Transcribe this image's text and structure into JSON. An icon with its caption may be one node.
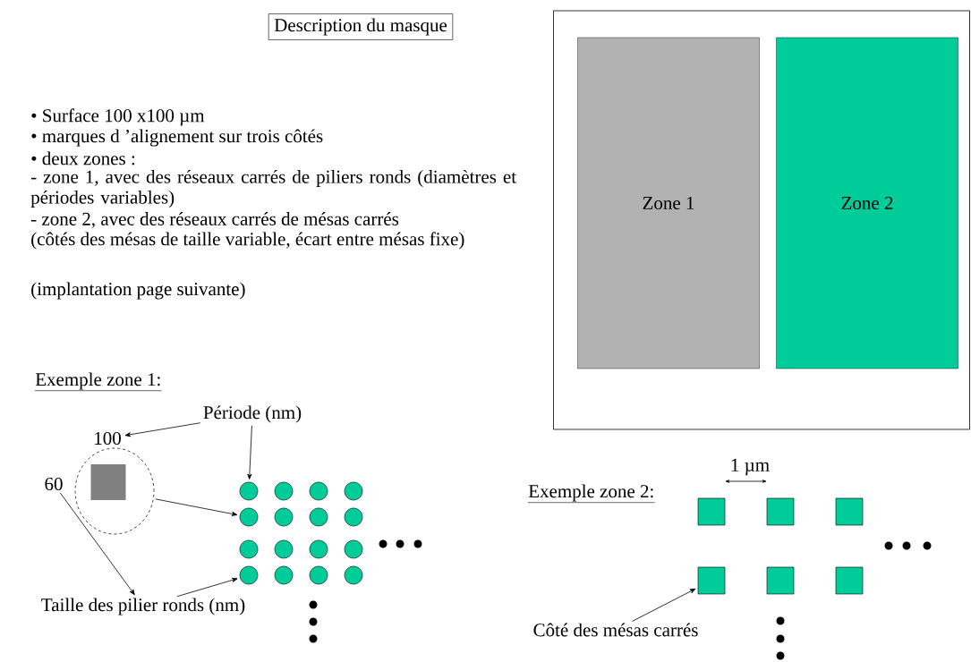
{
  "diagram": {
    "nodes": [
      {
        "text": [
          "Description du masque"
        ]
      },
      {
        "text": [],
        "shape": "box"
      },
      {
        "text": [
          "Zone 1"
        ],
        "in": 1
      },
      {
        "text": [
          "Zone 2"
        ],
        "in": 1
      },
      {
        "text": [
          "Période (nm)"
        ]
      },
      {
        "text": [
          "100"
        ]
      },
      {
        "text": [
          "60"
        ]
      },
      {
        "text": [],
        "shape": "circle"
      },
      {
        "text": [],
        "shape": "box",
        "in": 7
      },
      {
        "text": [
          "Taille des pilier ronds (nm)"
        ]
      },
      {
        "text": [],
        "shape": "circle"
      },
      {
        "text": [],
        "shape": "circle"
      },
      {
        "text": [],
        "shape": "circle"
      },
      {
        "text": [],
        "shape": "circle"
      },
      {
        "text": [],
        "shape": "circle"
      },
      {
        "text": [],
        "shape": "circle"
      },
      {
        "text": [],
        "shape": "circle"
      },
      {
        "text": [],
        "shape": "circle"
      },
      {
        "text": [],
        "shape": "circle"
      },
      {
        "text": [],
        "shape": "circle"
      },
      {
        "text": [],
        "shape": "circle"
      },
      {
        "text": [],
        "shape": "circle"
      },
      {
        "text": [],
        "shape": "circle"
      },
      {
        "text": [],
        "shape": "circle"
      },
      {
        "text": [],
        "shape": "circle"
      },
      {
        "text": [],
        "shape": "circle"
      },
      {
        "text": [
          "Côté des mésas carrés"
        ]
      },
      {
        "text": [],
        "shape": "box"
      },
      {
        "text": [],
        "shape": "box"
      },
      {
        "text": [],
        "shape": "box"
      },
      {
        "text": [],
        "shape": "box"
      },
      {
        "text": [],
        "shape": "box"
      },
      {
        "text": [],
        "shape": "box"
      }
    ],
    "edges": [
      {
        "from": 4,
        "to": 5,
        "arrow": "to"
      },
      {
        "from": 4,
        "to": 10,
        "arrow": "to"
      },
      {
        "from": 7,
        "to": 14,
        "arrow": "to"
      },
      {
        "from": 9,
        "to": 22,
        "arrow": "to"
      },
      {
        "from": 6,
        "to": 9,
        "arrow": "to"
      },
      {
        "from": 26,
        "to": 30,
        "arrow": "to"
      }
    ],
    "labels": [
      "• Surface 100 x100 µm",
      "• marques d ’alignement sur trois côtés",
      "• deux zones :",
      "- zone 1, avec des réseaux carrés de piliers ronds (diamètres et périodes variables)",
      "- zone 2, avec des réseaux carrés de mésas carrés",
      "(côtés des mésas de taille variable, écart entre mésas fixe)",
      "(implantation page suivante)",
      "Exemple zone 1:",
      "Exemple zone 2:",
      "1 µm"
    ]
  }
}
